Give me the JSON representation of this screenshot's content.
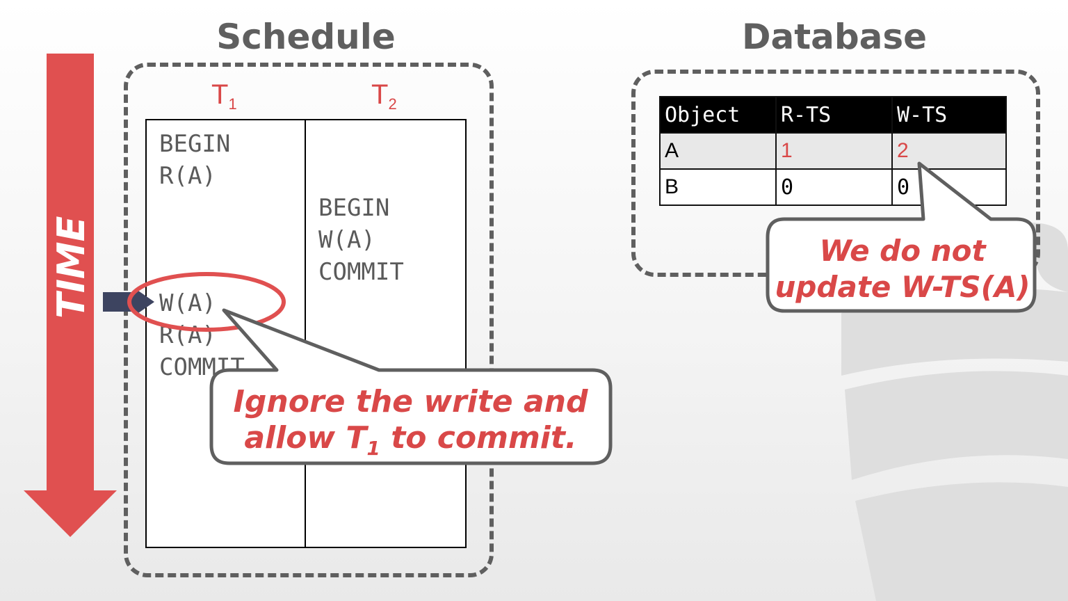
{
  "headings": {
    "schedule": "Schedule",
    "database": "Database"
  },
  "time_label": "TIME",
  "schedule": {
    "t1_label": "T",
    "t1_sub": "1",
    "t2_label": "T",
    "t2_sub": "2",
    "t1_ops_top": [
      "BEGIN",
      "R(A)"
    ],
    "t2_ops": [
      "BEGIN",
      "W(A)",
      "COMMIT"
    ],
    "t1_ops_bottom": [
      "W(A)",
      "R(A)",
      "COMMIT"
    ]
  },
  "database": {
    "columns": [
      "Object",
      "R-TS",
      "W-TS"
    ],
    "rows": [
      {
        "object": "A",
        "r_ts": "1",
        "w_ts": "2"
      },
      {
        "object": "B",
        "r_ts": "0",
        "w_ts": "0"
      }
    ]
  },
  "callouts": {
    "ignore_line1": "Ignore the write and",
    "ignore_line2_pre": "allow T",
    "ignore_line2_sub": "1",
    "ignore_line2_post": " to commit.",
    "no_update_line1": "We do not",
    "no_update_line2": "update W-TS(A)"
  },
  "colors": {
    "accent_red": "#d94848",
    "arrow_red": "#e05050",
    "pointer": "#3d4460",
    "box_gray": "#5f5f5f"
  }
}
